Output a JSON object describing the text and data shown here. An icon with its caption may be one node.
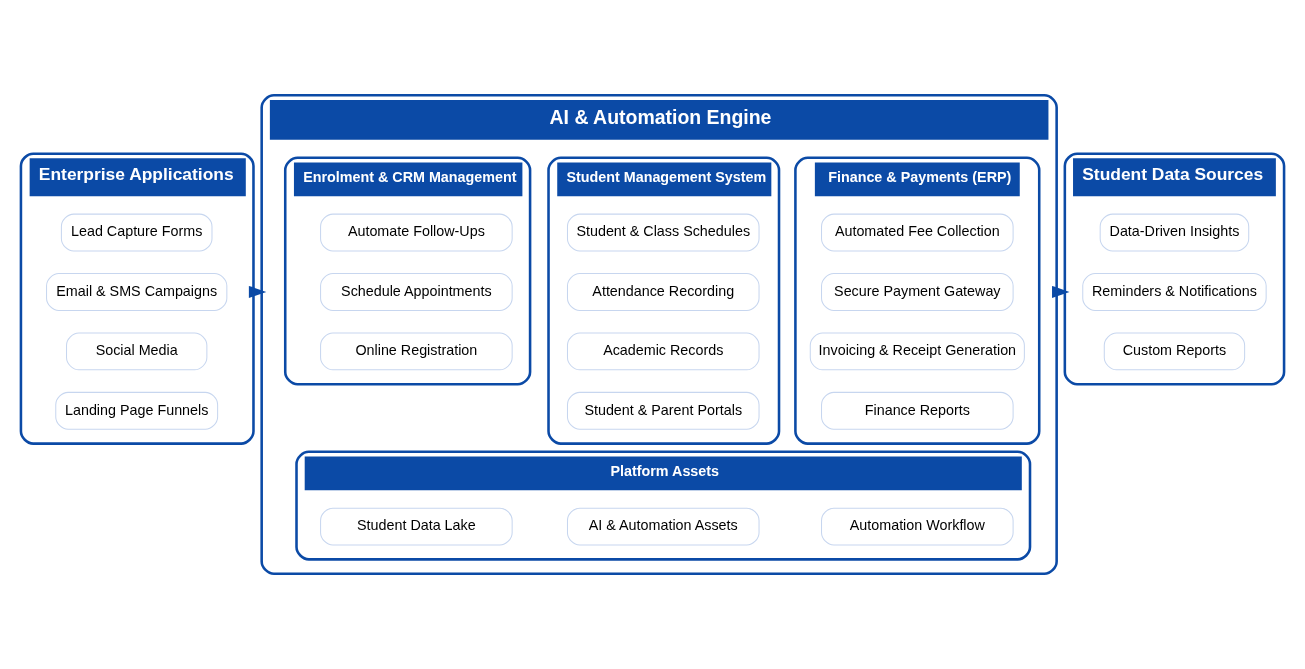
{
  "diagram": {
    "nodes": [
      {
        "text": [
          "Enterprise Applications"
        ]
      },
      {
        "text": [
          "Lead Capture Forms"
        ],
        "in": 0
      },
      {
        "text": [
          "Email & SMS Campaigns"
        ],
        "in": 0
      },
      {
        "text": [
          "Social Media"
        ],
        "in": 0
      },
      {
        "text": [
          "Landing Page Funnels"
        ],
        "in": 0
      },
      {
        "text": [
          "AI & Automation Engine"
        ]
      },
      {
        "text": [
          "Enrolment & CRM Management"
        ],
        "in": 5
      },
      {
        "text": [
          "Automate Follow-Ups"
        ],
        "in": 6
      },
      {
        "text": [
          "Schedule Appointments"
        ],
        "in": 6
      },
      {
        "text": [
          "Online Registration"
        ],
        "in": 6
      },
      {
        "text": [
          "Student Management System"
        ],
        "in": 5
      },
      {
        "text": [
          "Student & Class Schedules"
        ],
        "in": 10
      },
      {
        "text": [
          "Attendance Recording"
        ],
        "in": 10
      },
      {
        "text": [
          "Academic Records"
        ],
        "in": 10
      },
      {
        "text": [
          "Student & Parent Portals"
        ],
        "in": 10
      },
      {
        "text": [
          "Finance & Payments (ERP)"
        ],
        "in": 5
      },
      {
        "text": [
          "Automated Fee Collection"
        ],
        "in": 15
      },
      {
        "text": [
          "Secure Payment Gateway"
        ],
        "in": 15
      },
      {
        "text": [
          "Invoicing & Receipt Generation"
        ],
        "in": 15
      },
      {
        "text": [
          "Finance Reports"
        ],
        "in": 15
      },
      {
        "text": [
          "Platform Assets"
        ],
        "in": 5
      },
      {
        "text": [
          "Student Data Lake"
        ],
        "in": 20
      },
      {
        "text": [
          "AI & Automation Assets"
        ],
        "in": 20
      },
      {
        "text": [
          "Automation Workflow"
        ],
        "in": 20
      },
      {
        "text": [
          "Student Data Sources"
        ]
      },
      {
        "text": [
          "Data-Driven Insights"
        ],
        "in": 24
      },
      {
        "text": [
          "Reminders & Notifications"
        ],
        "in": 24
      },
      {
        "text": [
          "Custom Reports"
        ],
        "in": 24
      }
    ],
    "edges": [
      {
        "from": 0,
        "to": 5,
        "arrow": "to"
      },
      {
        "from": 5,
        "to": 24,
        "arrow": "to"
      }
    ]
  }
}
